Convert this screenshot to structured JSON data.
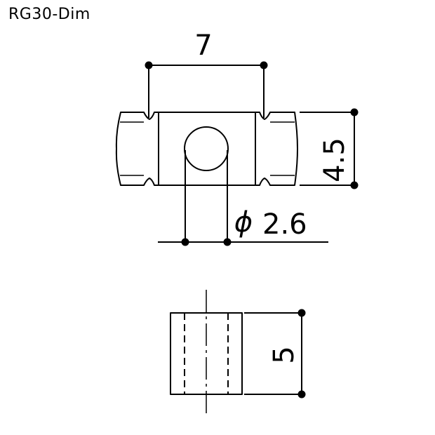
{
  "title": "RG30-Dim",
  "dimensions": {
    "width": "7",
    "height": "4.5",
    "diameter_symbol": "ϕ",
    "diameter": "2.6",
    "length": "5"
  }
}
